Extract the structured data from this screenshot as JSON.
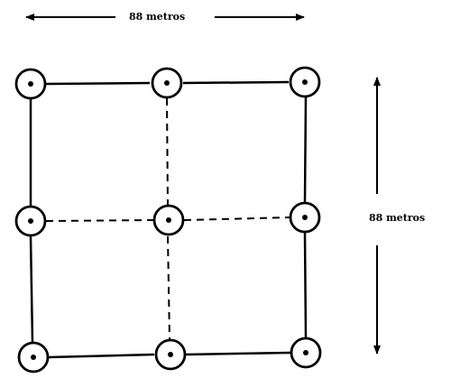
{
  "dimensions": {
    "horizontal_label": "88 metros",
    "vertical_label": "88 metros"
  },
  "grid": {
    "rows": 3,
    "columns": 3,
    "perimeter_line_style": "solid",
    "interior_line_style": "dashed",
    "node_symbol": "circle-with-center-dot"
  },
  "colors": {
    "ink": "#000000",
    "background": "#ffffff"
  }
}
